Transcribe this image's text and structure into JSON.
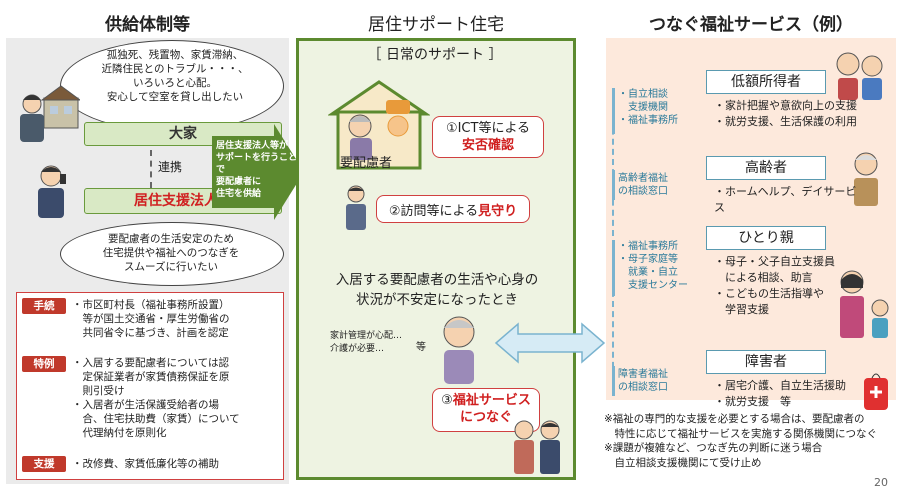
{
  "titles": {
    "left": "供給体制等",
    "mid": "居住サポート住宅",
    "right": "つなぐ福祉サービス（例）"
  },
  "left": {
    "cloud_top": [
      "孤独死、残置物、家賃滞納、",
      "近隣住民とのトラブル・・・、",
      "いろいろと心配。",
      "安心して空室を貸し出したい"
    ],
    "landlord": "大家",
    "link": "連携",
    "support_corp_pre": "居住支援法人",
    "support_corp_post": "等",
    "cloud_bottom": [
      "要配慮者の生活安定のため",
      "住宅提供や福祉へのつなぎを",
      "スムーズに行いたい"
    ],
    "rows": [
      {
        "tag": "手続",
        "lines": [
          "・市区町村長（福祉事務所設置）",
          "　等が国土交通省・厚生労働省の",
          "　共同省令に基づき、計画を認定"
        ]
      },
      {
        "tag": "特例",
        "lines": [
          "・入居する要配慮者については認",
          "　定保証業者が家賃債務保証を原",
          "　則引受け",
          "・入居者が生活保護受給者の場",
          "　合、住宅扶助費（家賃）について",
          "　代理納付を原則化"
        ]
      },
      {
        "tag": "支援",
        "lines": [
          "・改修費、家賃低廉化等の補助"
        ]
      }
    ]
  },
  "arrow_text": [
    "居住支援法人等が",
    "サポートを行うことで",
    "要配慮者に",
    "住宅を供給"
  ],
  "mid": {
    "daily": "日常のサポート",
    "person": "要配慮者",
    "support1_pre": "①ICT等による",
    "support1_red": "安否確認",
    "support2_pre": "②訪問等による",
    "support2_red": "見守り",
    "unstable": [
      "入居する要配慮者の生活や心身の",
      "状況が不安定になったとき"
    ],
    "worry": [
      "家計管理が心配…",
      "介護が必要…"
    ],
    "worry_etc": "等",
    "support3_num": "③",
    "support3_lines": [
      "福祉サービス",
      "につなぐ"
    ]
  },
  "right": {
    "categories": [
      {
        "side": [
          "・自立相談",
          "　支援機関",
          "・福祉事務所"
        ],
        "name": "低額所得者",
        "items": [
          "・家計把握や意欲向上の支援",
          "・就労支援、生活保護の利用"
        ]
      },
      {
        "side": [
          "高齢者福祉",
          "の相談窓口"
        ],
        "name": "高齢者",
        "items": [
          "・ホームヘルプ、デイサービス"
        ]
      },
      {
        "side": [
          "・福祉事務所",
          "・母子家庭等",
          "　就業・自立",
          "　支援センター"
        ],
        "name": "ひとり親",
        "items": [
          "・母子・父子自立支援員",
          "　による相談、助言",
          "・こどもの生活指導や",
          "　学習支援"
        ]
      },
      {
        "side": [
          "障害者福祉",
          "の相談窓口"
        ],
        "name": "障害者",
        "items": [
          "・居宅介護、自立生活援助",
          "・就労支援　等"
        ]
      }
    ],
    "notes": [
      "※福祉の専門的な支援を必要とする場合は、要配慮者の",
      "　特性に応じて福祉サービスを実施する関係機関につなぐ",
      "※課題が複雑など、つなぎ先の判断に迷う場合",
      "　自立相談支援機関にて受け止め"
    ]
  },
  "page_number": "20"
}
